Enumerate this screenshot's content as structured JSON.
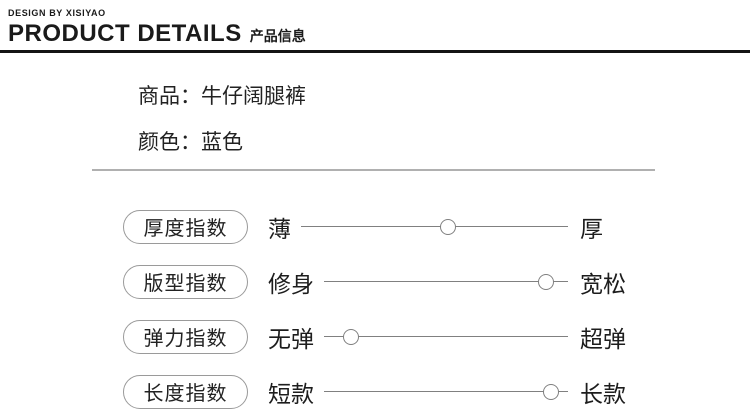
{
  "header": {
    "brand": "DESIGN BY XISIYAO",
    "title_en": "PRODUCT DETAILS",
    "title_cn": "产品信息"
  },
  "info": {
    "product_line": "商品：牛仔阔腿裤",
    "color_line": "颜色：蓝色"
  },
  "specs": {
    "rows": [
      {
        "name": "厚度指数",
        "left": "薄",
        "right": "厚",
        "value_percent": 55,
        "thumb_style": "left:55%"
      },
      {
        "name": "版型指数",
        "left": "修身",
        "right": "宽松",
        "value_percent": 91,
        "thumb_style": "left:91%"
      },
      {
        "name": "弹力指数",
        "left": "无弹",
        "right": "超弹",
        "value_percent": 11,
        "thumb_style": "left:11%"
      },
      {
        "name": "长度指数",
        "left": "短款",
        "right": "长款",
        "value_percent": 93,
        "thumb_style": "left:93%"
      }
    ]
  },
  "colors": {
    "text": "#1a1a1a",
    "rule": "#141414",
    "line": "#808080",
    "divider": "#b0b0b0",
    "pill_border": "#9a9a9a"
  }
}
